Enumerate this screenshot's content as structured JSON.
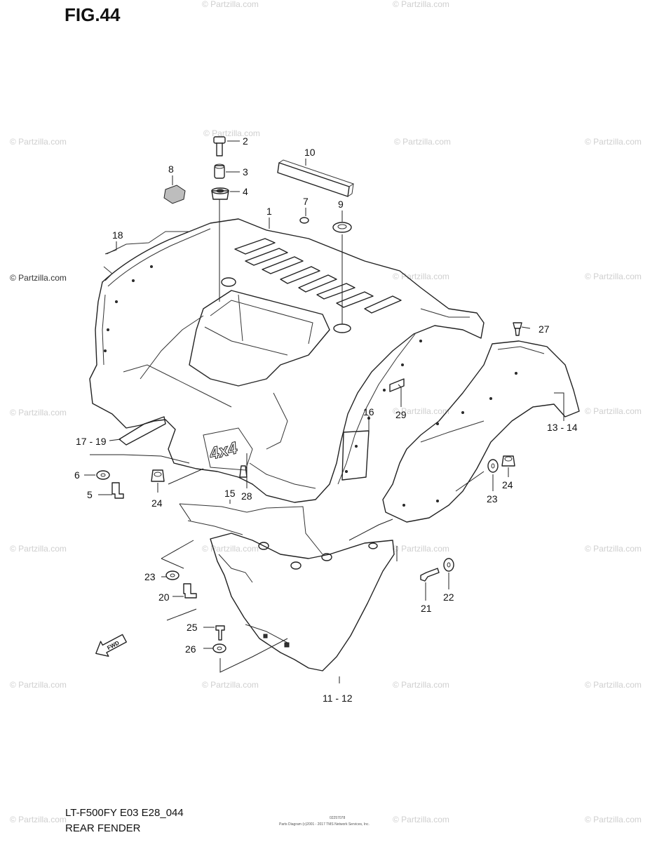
{
  "figure": {
    "title": "FIG.44",
    "model_code": "LT-F500FY  E03  E28_044",
    "name": "REAR FENDER",
    "credit": "Parts Diagram (c)2001 - 2017 TMS Network Services, Inc.",
    "code": "02257078"
  },
  "watermark": {
    "text": "© Partzilla.com"
  },
  "fwd_label": "FWD",
  "decal_text": "4x4",
  "callouts": [
    {
      "id": "c1",
      "label": "1"
    },
    {
      "id": "c2",
      "label": "2"
    },
    {
      "id": "c3",
      "label": "3"
    },
    {
      "id": "c4",
      "label": "4"
    },
    {
      "id": "c5",
      "label": "5"
    },
    {
      "id": "c6",
      "label": "6"
    },
    {
      "id": "c7",
      "label": "7"
    },
    {
      "id": "c8",
      "label": "8"
    },
    {
      "id": "c9",
      "label": "9"
    },
    {
      "id": "c10",
      "label": "10"
    },
    {
      "id": "c11",
      "label": "11 - 12"
    },
    {
      "id": "c13",
      "label": "13 - 14"
    },
    {
      "id": "c15",
      "label": "15"
    },
    {
      "id": "c16",
      "label": "16"
    },
    {
      "id": "c17",
      "label": "17 - 19"
    },
    {
      "id": "c18",
      "label": "18"
    },
    {
      "id": "c20",
      "label": "20"
    },
    {
      "id": "c21",
      "label": "21"
    },
    {
      "id": "c22",
      "label": "22"
    },
    {
      "id": "c23a",
      "label": "23"
    },
    {
      "id": "c23b",
      "label": "23"
    },
    {
      "id": "c24a",
      "label": "24"
    },
    {
      "id": "c24b",
      "label": "24"
    },
    {
      "id": "c25",
      "label": "25"
    },
    {
      "id": "c26",
      "label": "26"
    },
    {
      "id": "c27",
      "label": "27"
    },
    {
      "id": "c28",
      "label": "28"
    },
    {
      "id": "c29",
      "label": "29"
    }
  ]
}
